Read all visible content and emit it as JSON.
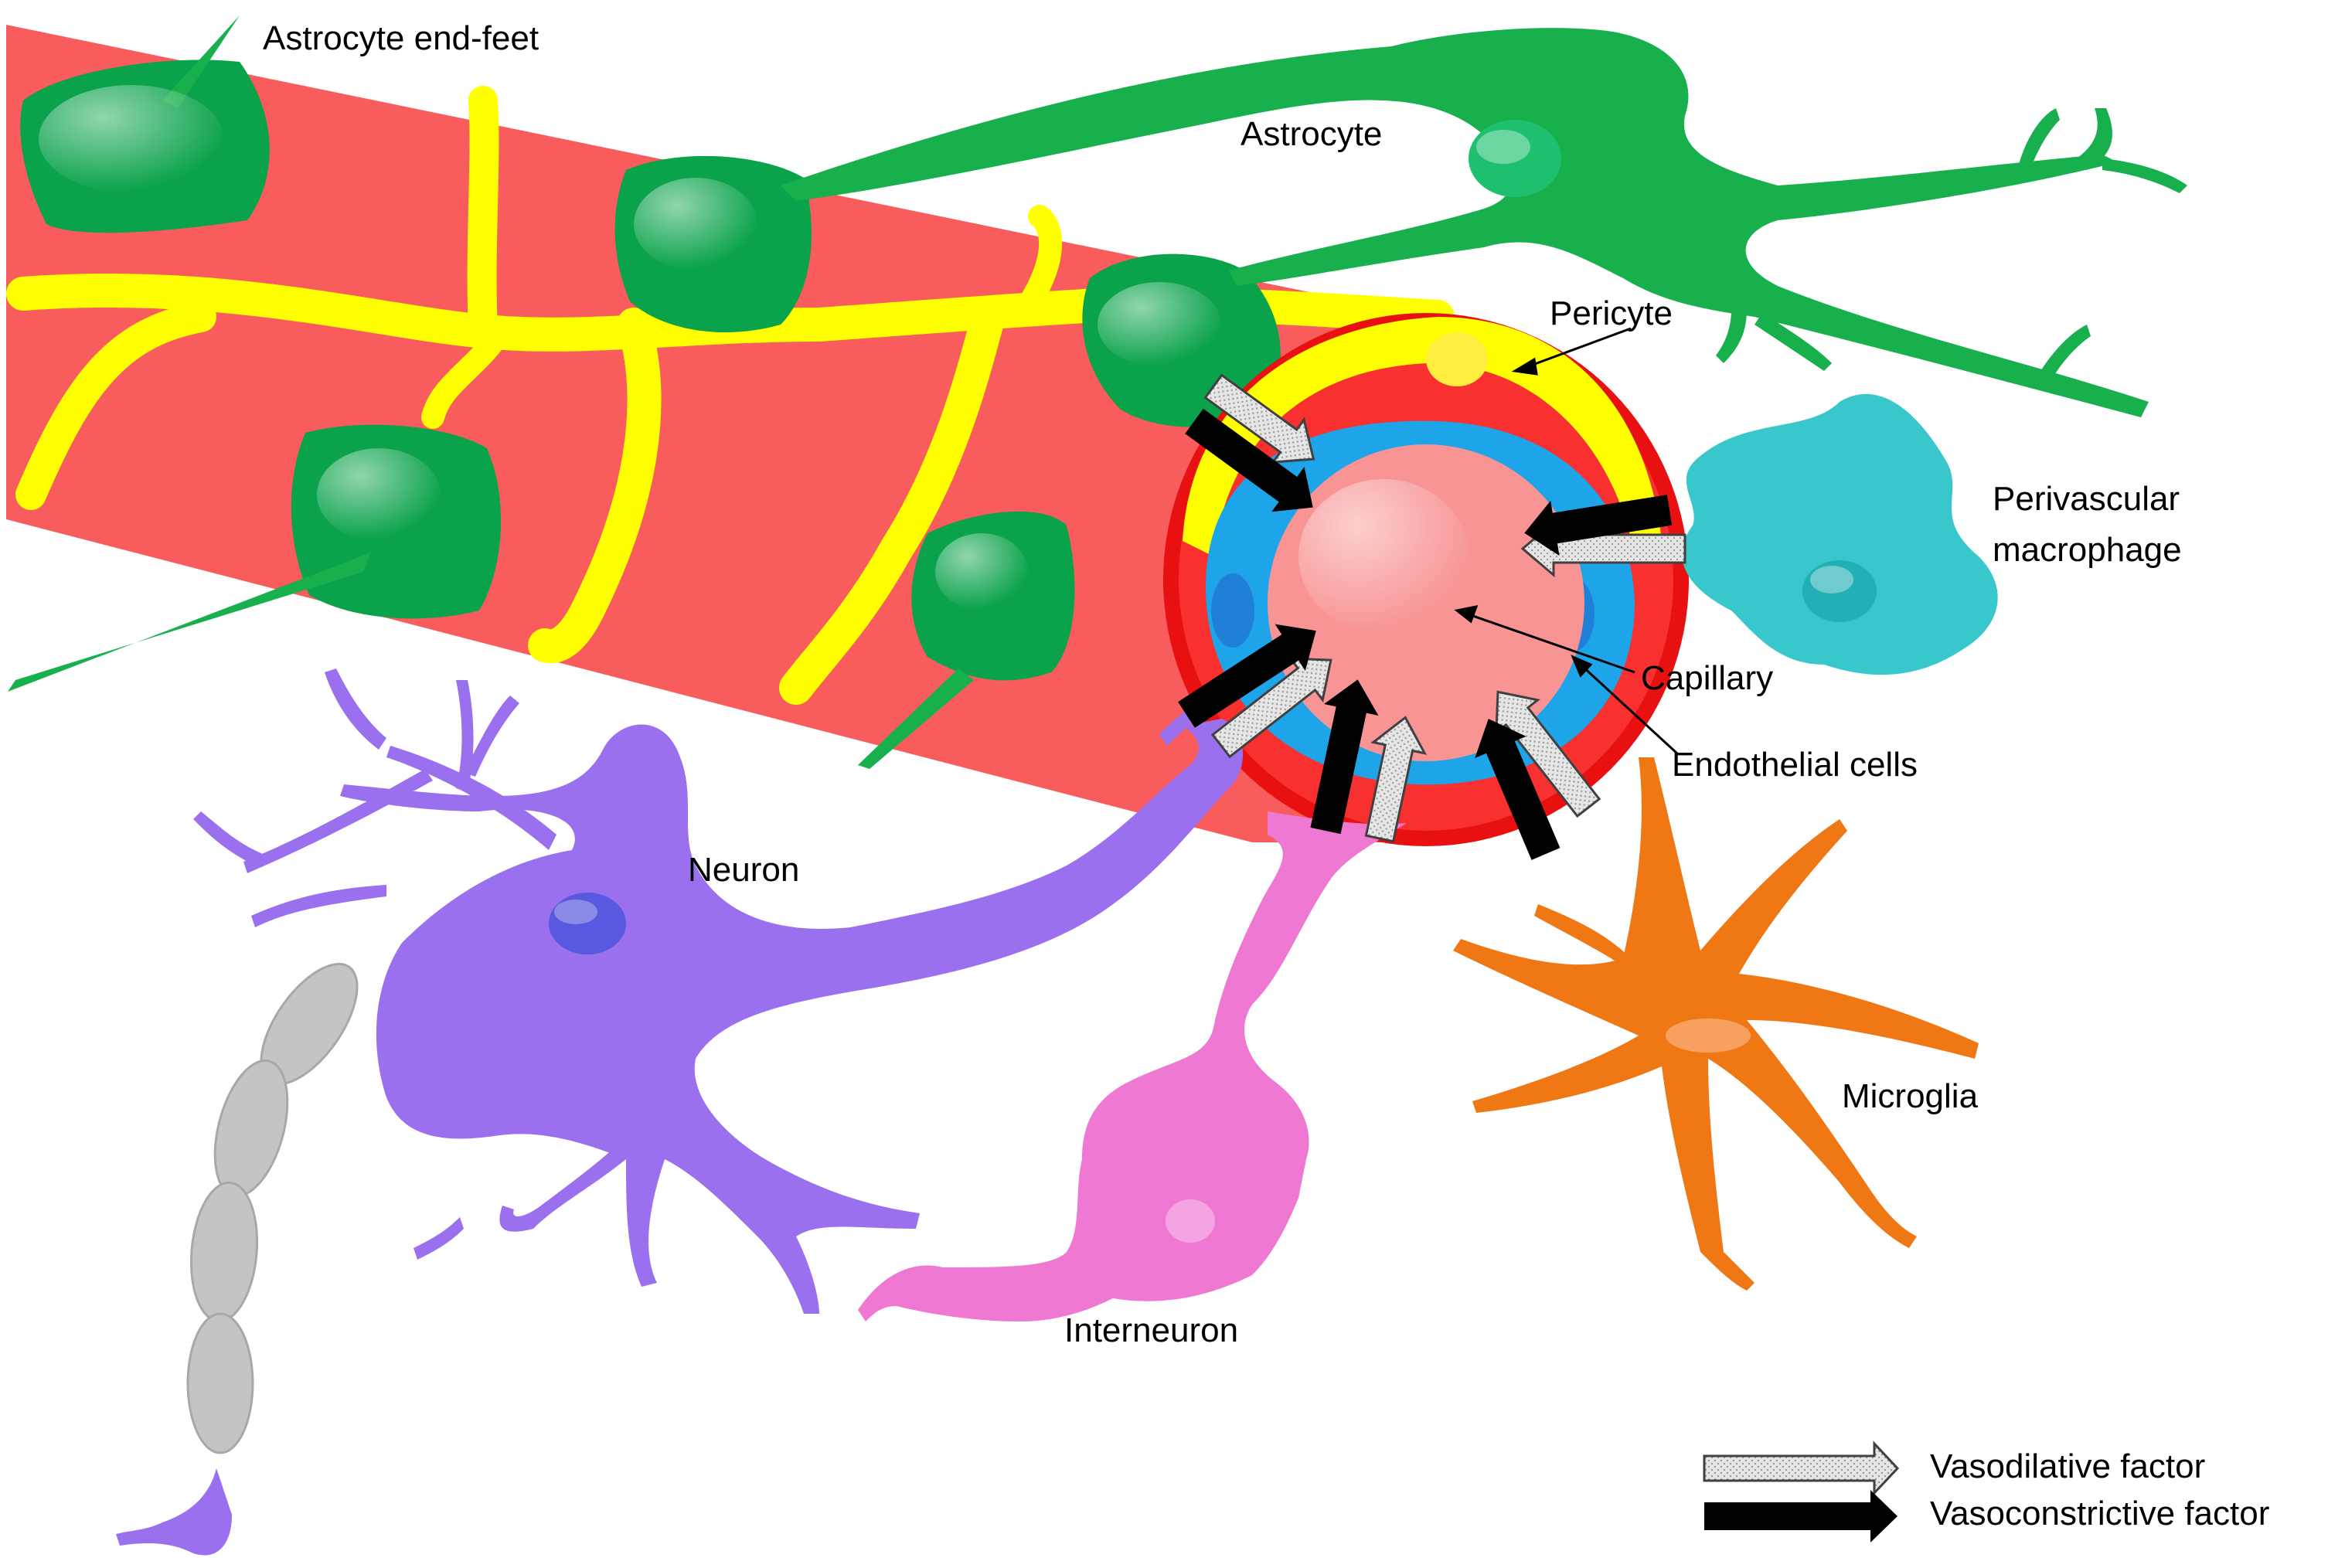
{
  "labels": {
    "astrocyte_end_feet": "Astrocyte end-feet",
    "astrocyte": "Astrocyte",
    "pericyte": "Pericyte",
    "perivascular_macrophage_line1": "Perivascular",
    "perivascular_macrophage_line2": "macrophage",
    "capillary": "Capillary",
    "endothelial_cells": "Endothelial cells",
    "neuron": "Neuron",
    "microglia": "Microglia",
    "interneuron": "Interneuron"
  },
  "legend": {
    "vasodilative": "Vasodilative factor",
    "vasoconstrictive": "Vasoconstrictive factor"
  },
  "colors": {
    "vessel": "#f85c5c",
    "vessel_edge": "#e81010",
    "pericyte": "#ffff00",
    "astrocyte": "#18b04c",
    "astrocyte_foot": "#0aa24a",
    "endothelium": "#1ea4e8",
    "lumen": "#f89494",
    "macrophage": "#38c8cc",
    "neuron": "#9b70ee",
    "interneuron": "#ee78d2",
    "microglia": "#f07814",
    "myelin": "#c4c4c4",
    "vasodilative_arrow": "#e8e8e8",
    "vasoconstrictive_arrow": "#000000"
  }
}
